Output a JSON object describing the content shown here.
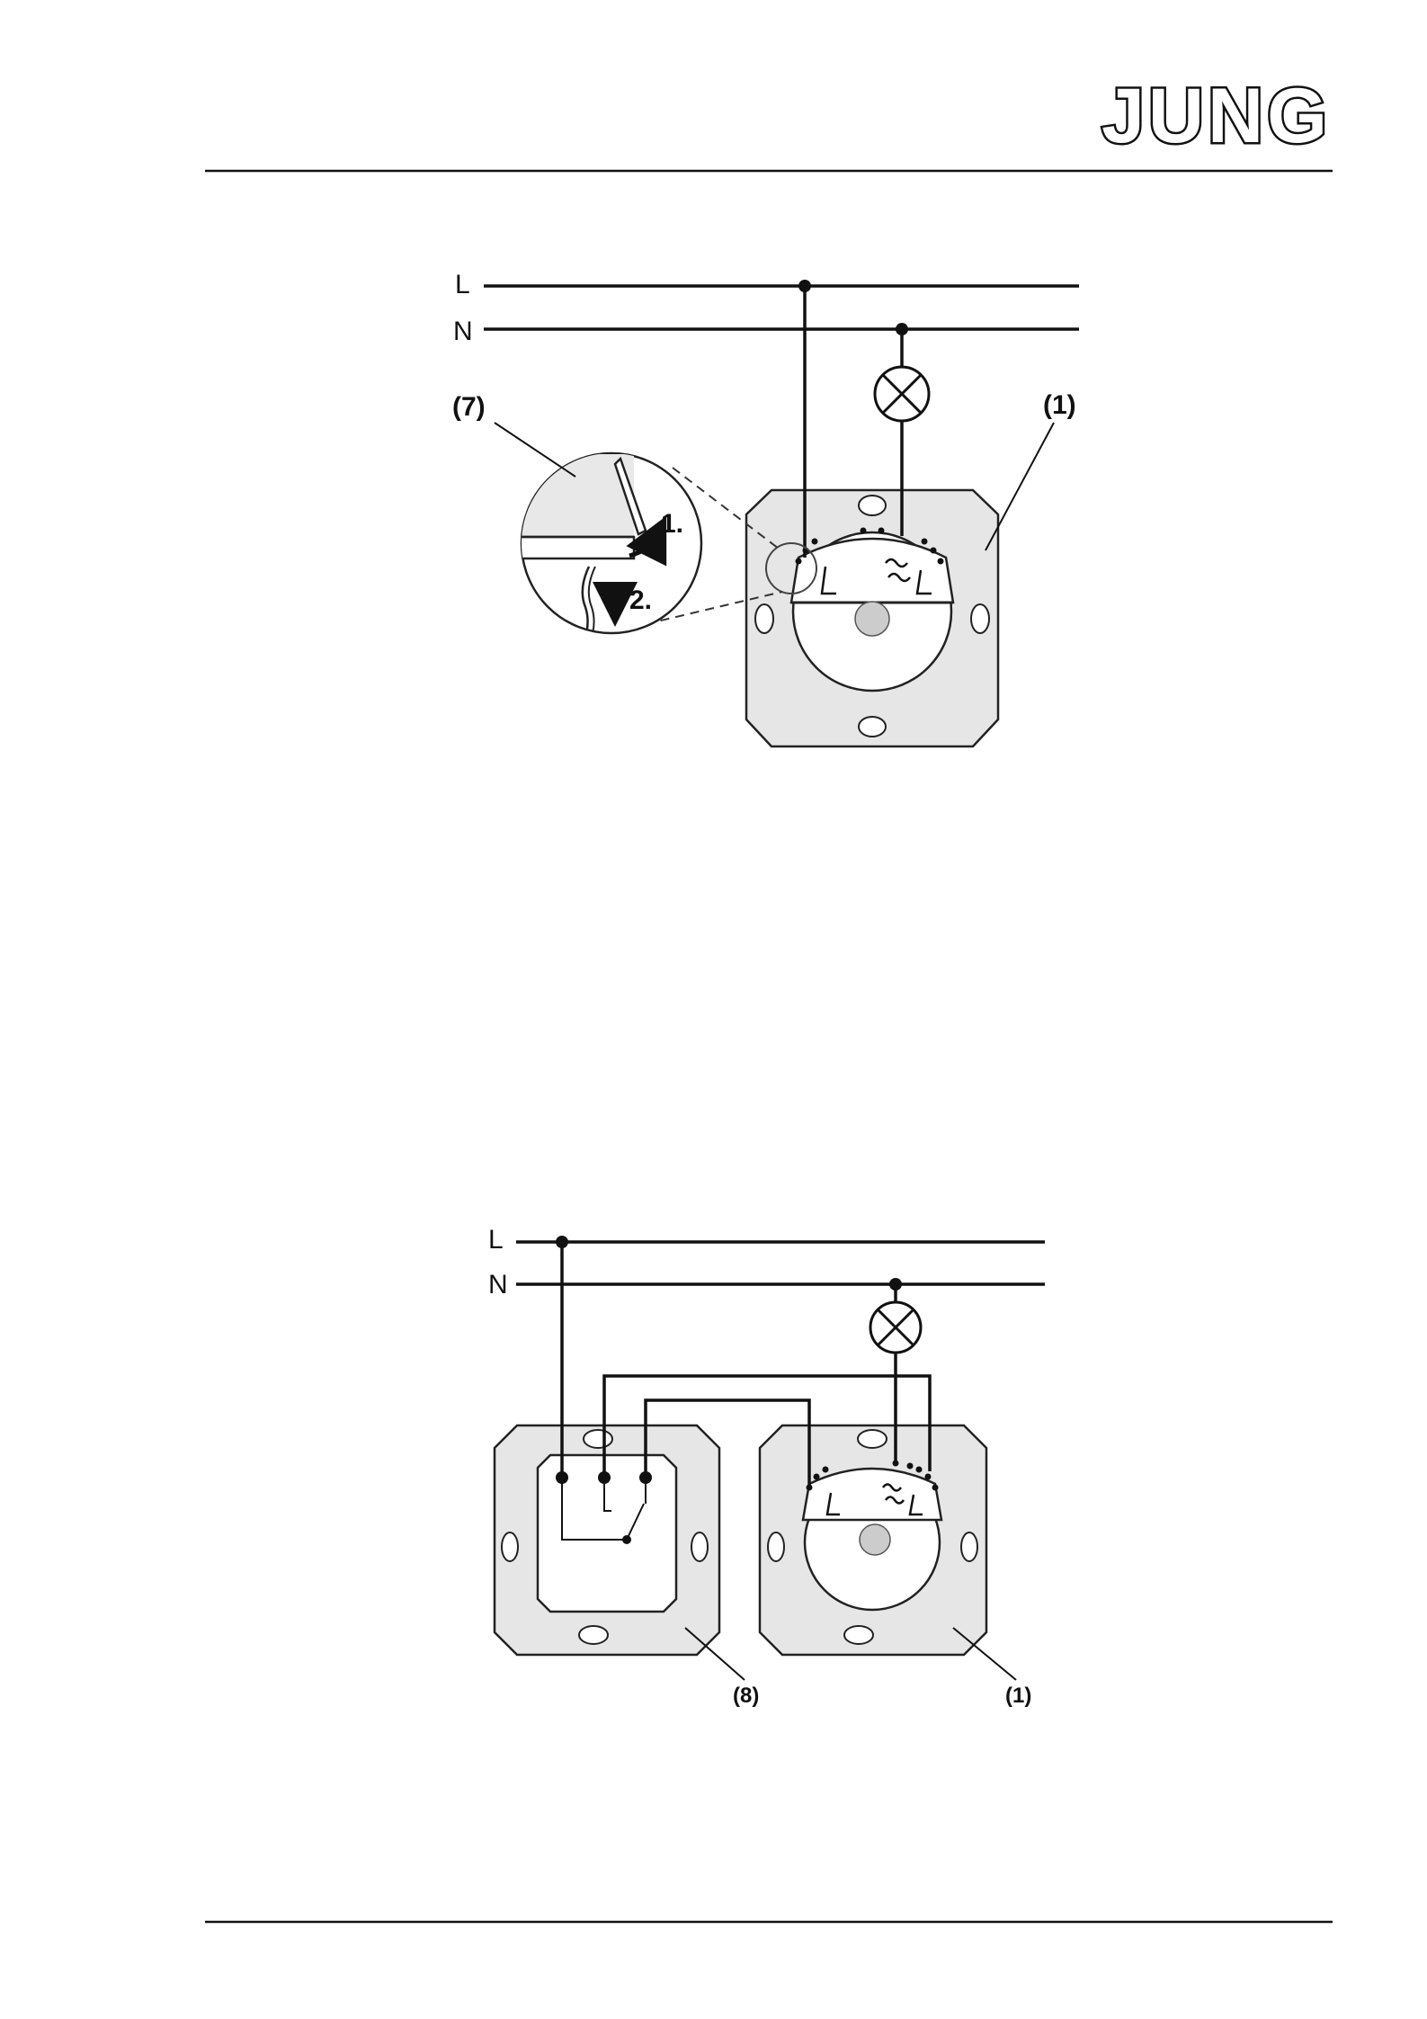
{
  "header": {
    "logo_text": "JUNG"
  },
  "figure1": {
    "line_L": "L",
    "line_N": "N",
    "callout_7": "(7)",
    "callout_1": "(1)",
    "step_1": "1.",
    "step_2": "2."
  },
  "figure2": {
    "line_L": "L",
    "line_N": "N",
    "callout_8": "(8)",
    "callout_1": "(1)"
  },
  "icons": {
    "lamp": "lamp-icon",
    "terminal_marks": "terminal-symbol-icon"
  },
  "colors": {
    "ink": "#111111",
    "plate": "#e6e6e6",
    "knob": "#cccccc"
  }
}
